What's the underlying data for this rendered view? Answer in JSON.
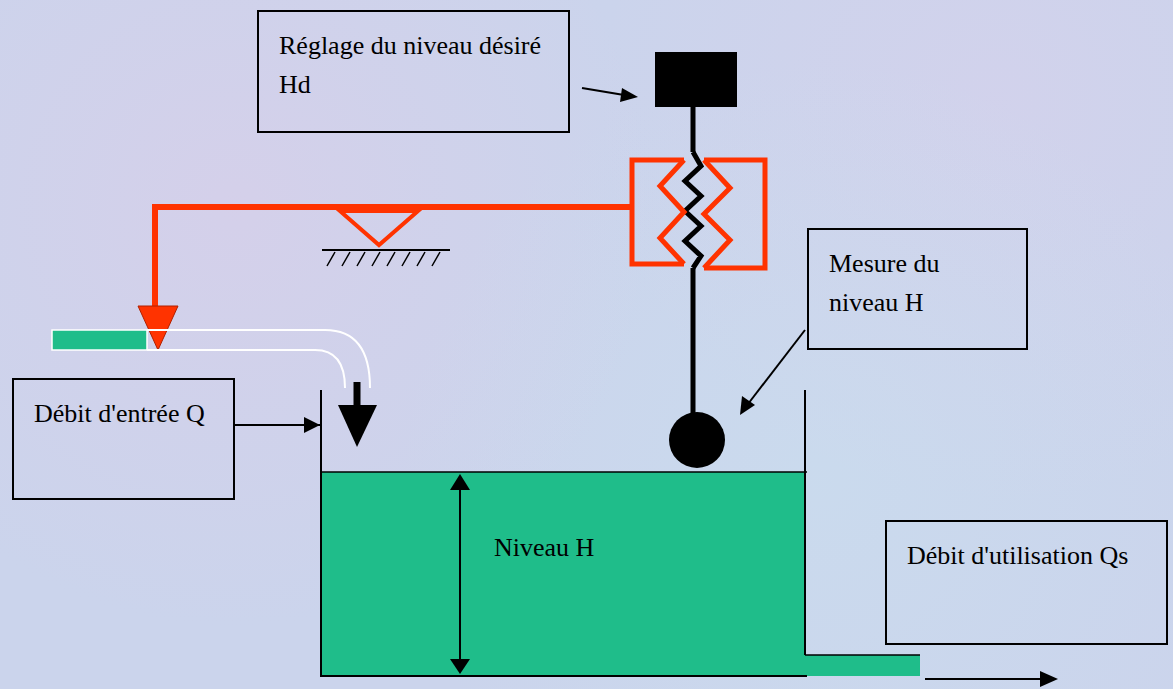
{
  "diagram": {
    "nodes": [
      {
        "text": [
          "Réglage du niveau désiré Hd"
        ]
      },
      {
        "text": [
          "Mesure du niveau H"
        ]
      },
      {
        "text": [
          "Débit d'entrée Q"
        ]
      },
      {
        "text": [
          "Niveau H"
        ]
      },
      {
        "text": [
          "Débit d'utilisation Qs"
        ]
      }
    ],
    "edges": [
      {
        "from": 2,
        "to": 3,
        "arrow": "to"
      }
    ]
  }
}
